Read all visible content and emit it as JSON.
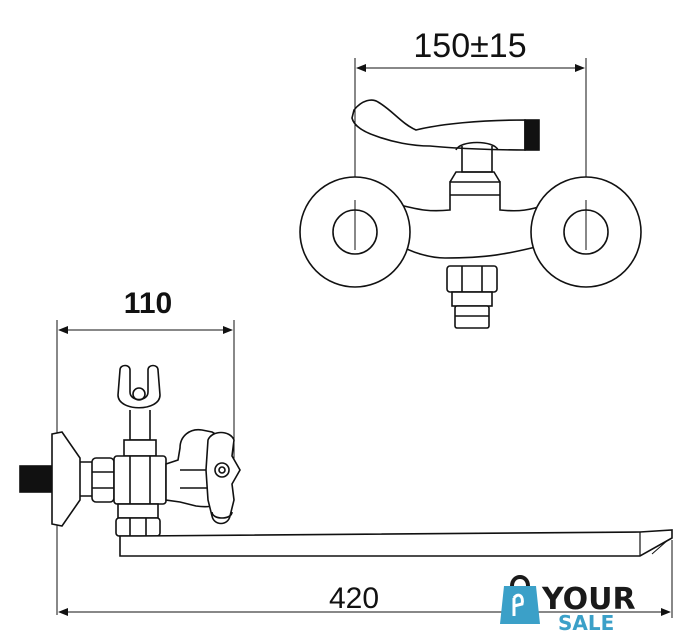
{
  "dimensions": {
    "top_width": "150±15",
    "left_depth": "110",
    "spout_length": "420"
  },
  "logo": {
    "word1": "YOUR",
    "word2": "SALE",
    "accent_color": "#3ba0c8",
    "icon": "shopping-bag-icon"
  },
  "colors": {
    "line": "#111111",
    "logo_dark": "#1a1a1a"
  }
}
